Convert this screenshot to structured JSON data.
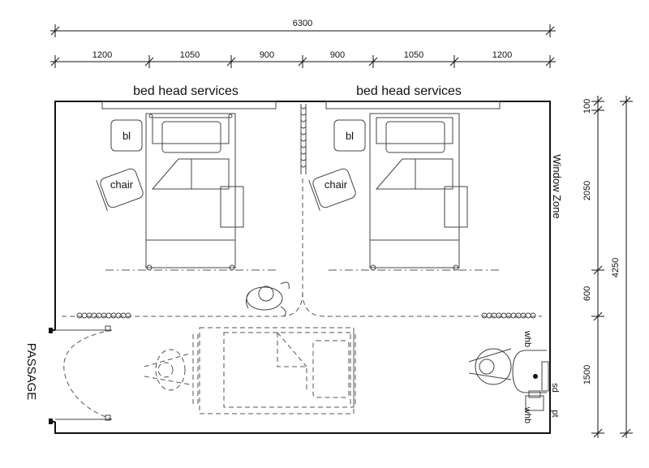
{
  "dimensions": {
    "overall": "6300",
    "segments": [
      "1200",
      "1050",
      "900",
      "900",
      "1050",
      "1200"
    ],
    "vertical_small": [
      "100",
      "2050",
      "600",
      "1500"
    ],
    "vertical_total": "4250"
  },
  "labels": {
    "bed_head_left": "bed head services",
    "bed_head_right": "bed head services",
    "bl_left": "bl",
    "bl_right": "bl",
    "chair_left": "chair",
    "chair_right": "chair",
    "window_zone": "Window Zone",
    "passage": "PASSAGE",
    "whb_top": "whb",
    "whb_bottom": "whb",
    "sd": "sd",
    "pt": "pt"
  }
}
